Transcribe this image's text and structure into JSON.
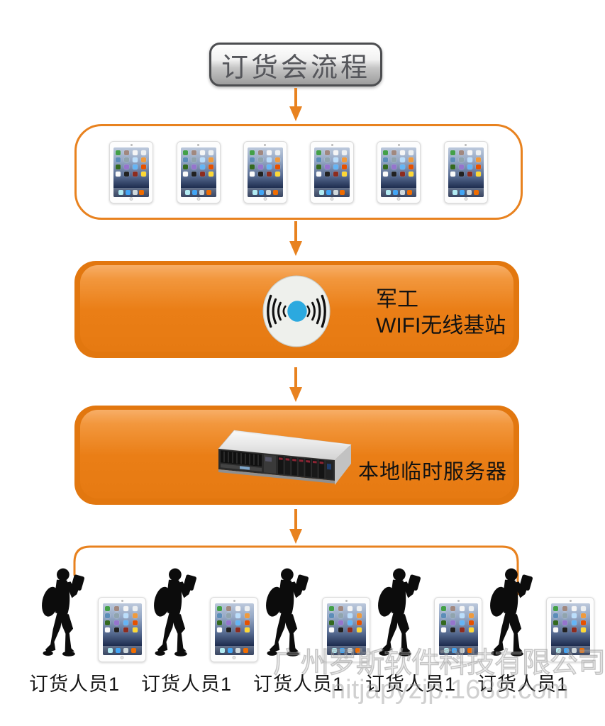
{
  "title": {
    "label": "订货会流程"
  },
  "flow": {
    "devices_box": {
      "device": "ipad",
      "count": 6
    },
    "wifi_box": {
      "line1": "军工",
      "line2": "WIFI无线基站",
      "icon": "wifi-signal-icon"
    },
    "server_box": {
      "label": "本地临时服务器",
      "icon": "rack-server-image"
    },
    "people": {
      "icon": "person-silhouette",
      "items": [
        {
          "label": "订货人员1"
        },
        {
          "label": "订货人员1"
        },
        {
          "label": "订货人员1"
        },
        {
          "label": "订货人员1"
        },
        {
          "label": "订货人员1"
        }
      ]
    }
  },
  "watermark": {
    "line1": "广州罗斯软件科技有限公司",
    "line2": "nitjapyzjp.1688.com"
  },
  "colors": {
    "accent_orange": "#E8821F",
    "box_orange": "#E2770F",
    "box_orange_highlight": "#F7AE67",
    "wifi_blue": "#2BA9DF",
    "title_text": "#55565B",
    "silhouette_black": "#0C0C0C",
    "watermark_gray": "#C9C9C9"
  },
  "ipad": {
    "grid_icon_colors": [
      "#43a047",
      "#a1887f",
      "#f5f5f5",
      "#eceff1",
      "#5c8db8",
      "#90a4ae",
      "#bbdefb",
      "#ef9a3d",
      "#33691e",
      "#9575cd",
      "#64b5f6",
      "#e65100",
      "#fafafa",
      "#212121",
      "#8d2c1f",
      "#fdd835"
    ],
    "dock_icon_colors": [
      "#b2ebf2",
      "#42a5f5",
      "#cfd8dc",
      "#ef6c00"
    ]
  }
}
